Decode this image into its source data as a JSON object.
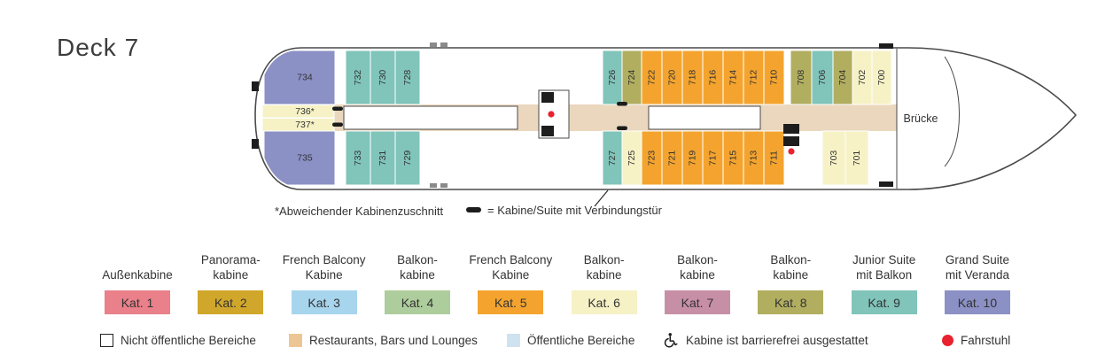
{
  "page": {
    "title": "Deck 7"
  },
  "ship": {
    "bridge_label": "Brücke",
    "rows": {
      "top": [
        {
          "number": "734",
          "category": "kat10"
        },
        {
          "number": "732",
          "category": "kat9"
        },
        {
          "number": "730",
          "category": "kat9"
        },
        {
          "number": "728",
          "category": "kat9"
        },
        {
          "number": "726",
          "category": "kat9"
        },
        {
          "number": "724",
          "category": "kat8"
        },
        {
          "number": "722",
          "category": "kat5"
        },
        {
          "number": "720",
          "category": "kat5"
        },
        {
          "number": "718",
          "category": "kat5"
        },
        {
          "number": "716",
          "category": "kat5"
        },
        {
          "number": "714",
          "category": "kat5"
        },
        {
          "number": "712",
          "category": "kat5"
        },
        {
          "number": "710",
          "category": "kat5"
        },
        {
          "number": "708",
          "category": "kat8"
        },
        {
          "number": "706",
          "category": "kat9"
        },
        {
          "number": "704",
          "category": "kat8"
        },
        {
          "number": "702",
          "category": "kat6"
        },
        {
          "number": "700",
          "category": "kat6"
        }
      ],
      "middle": [
        {
          "number": "736*",
          "category": "kat6"
        },
        {
          "number": "737*",
          "category": "kat6"
        }
      ],
      "bottom": [
        {
          "number": "735",
          "category": "kat10"
        },
        {
          "number": "733",
          "category": "kat9"
        },
        {
          "number": "731",
          "category": "kat9"
        },
        {
          "number": "729",
          "category": "kat9"
        },
        {
          "number": "727",
          "category": "kat9"
        },
        {
          "number": "725",
          "category": "kat6"
        },
        {
          "number": "723",
          "category": "kat5"
        },
        {
          "number": "721",
          "category": "kat5"
        },
        {
          "number": "719",
          "category": "kat5"
        },
        {
          "number": "717",
          "category": "kat5"
        },
        {
          "number": "715",
          "category": "kat5"
        },
        {
          "number": "713",
          "category": "kat5"
        },
        {
          "number": "711",
          "category": "kat5"
        },
        {
          "number": "703",
          "category": "kat6"
        },
        {
          "number": "701",
          "category": "kat6"
        }
      ]
    }
  },
  "notes": {
    "asterisk_note": "*Abweichender Kabinenzuschnitt",
    "connecting_door_note": "= Kabine/Suite mit Verbindungstür"
  },
  "categories": [
    {
      "name_lines": [
        "Außenkabine"
      ],
      "label": "Kat. 1",
      "color": "#e9808a"
    },
    {
      "name_lines": [
        "Panorama-",
        "kabine"
      ],
      "label": "Kat. 2",
      "color": "#d1a72b"
    },
    {
      "name_lines": [
        "French Balcony",
        "Kabine"
      ],
      "label": "Kat. 3",
      "color": "#a7d5ee"
    },
    {
      "name_lines": [
        "Balkon-",
        "kabine"
      ],
      "label": "Kat. 4",
      "color": "#aecd9c"
    },
    {
      "name_lines": [
        "French Balcony",
        "Kabine"
      ],
      "label": "Kat. 5",
      "color": "#f4a42e"
    },
    {
      "name_lines": [
        "Balkon-",
        "kabine"
      ],
      "label": "Kat. 6",
      "color": "#f6f2c6"
    },
    {
      "name_lines": [
        "Balkon-",
        "kabine"
      ],
      "label": "Kat. 7",
      "color": "#c78fa6"
    },
    {
      "name_lines": [
        "Balkon-",
        "kabine"
      ],
      "label": "Kat. 8",
      "color": "#b1ae60"
    },
    {
      "name_lines": [
        "Junior Suite",
        "mit Balkon"
      ],
      "label": "Kat. 9",
      "color": "#80c4ba"
    },
    {
      "name_lines": [
        "Grand Suite",
        "mit Veranda"
      ],
      "label": "Kat. 10",
      "color": "#8b90c5"
    }
  ],
  "legend": [
    {
      "type": "box",
      "color": "#ffffff",
      "label": "Nicht öffentliche Bereiche"
    },
    {
      "type": "box",
      "color": "#ecc795",
      "label": "Restaurants, Bars und Lounges"
    },
    {
      "type": "box",
      "color": "#cfe2f0",
      "label": "Öffentliche Bereiche"
    },
    {
      "type": "wheelchair",
      "label": "Kabine ist barrierefrei ausgestattet"
    },
    {
      "type": "dot",
      "color": "#e8222e",
      "label": "Fahrstuhl"
    }
  ],
  "colors": {
    "kat1": "#e9808a",
    "kat2": "#d1a72b",
    "kat3": "#a7d5ee",
    "kat4": "#aecd9c",
    "kat5": "#f4a42e",
    "kat6": "#f6f2c6",
    "kat7": "#c78fa6",
    "kat8": "#b1ae60",
    "kat9": "#80c4ba",
    "kat10": "#8b90c5",
    "corridor": "#ead7bd",
    "elevator_dot": "#e8222e"
  }
}
